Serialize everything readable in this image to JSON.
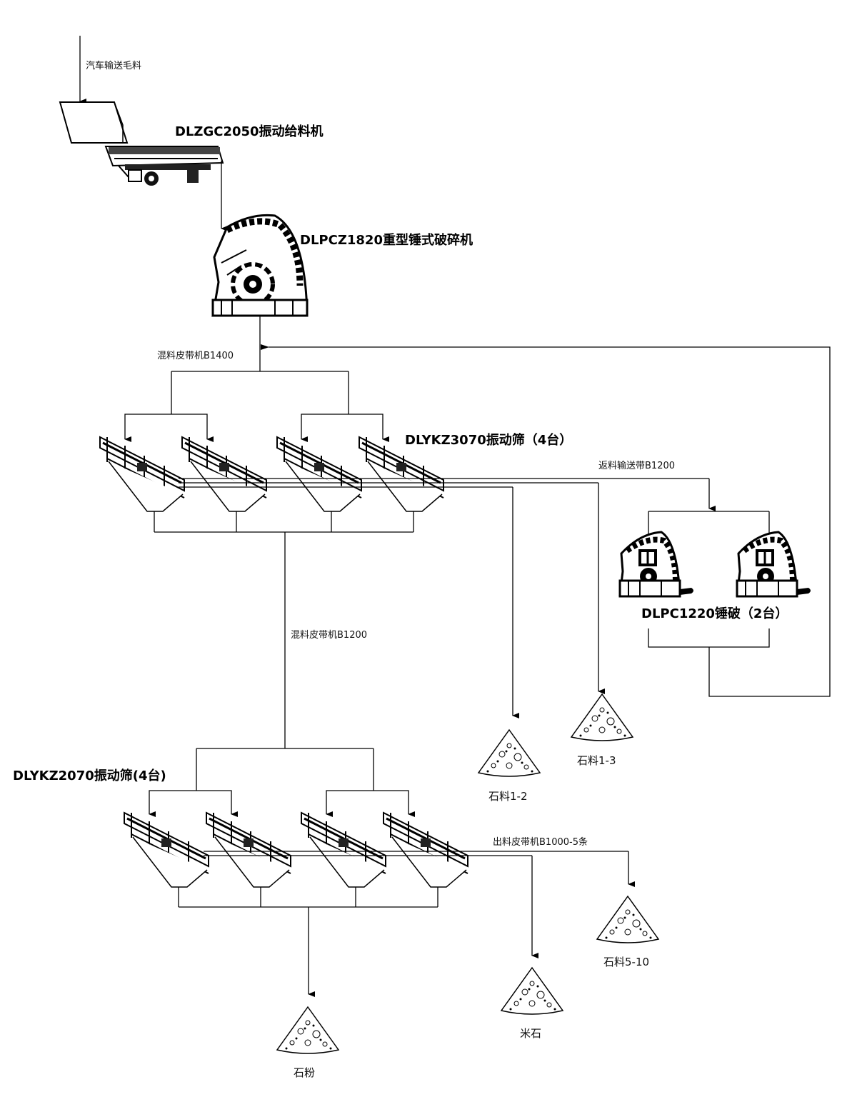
{
  "labels": {
    "truck_feed": "汽车输送毛料",
    "feeder": "DLZGC2050振动给料机",
    "primary_crusher": "DLPCZ1820重型锤式破碎机",
    "belt_b1400": "混料皮带机B1400",
    "screen_top": "DLYKZ3070振动筛（4台）",
    "return_belt": "返料输送带B1200",
    "secondary_crusher": "DLPC1220锤破（2台）",
    "belt_b1200": "混料皮带机B1200",
    "screen_bottom": "DLYKZ2070振动筛(4台)",
    "output_belt": "出料皮带机B1000-5条"
  },
  "products": {
    "stone_1_2": "石料1-2",
    "stone_1_3": "石料1-3",
    "stone_5_10": "石料5-10",
    "rice_stone": "米石",
    "stone_powder": "石粉"
  },
  "colors": {
    "line": "#000000",
    "background": "#ffffff"
  }
}
